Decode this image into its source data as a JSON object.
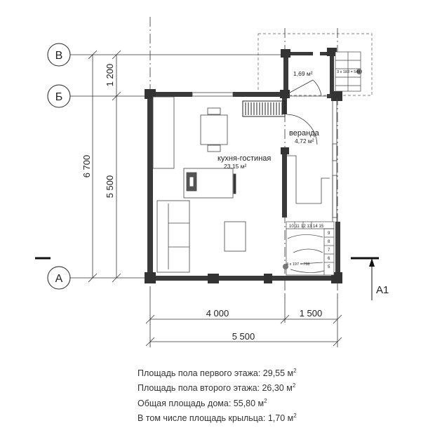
{
  "axes": {
    "v": "В",
    "b": "Б",
    "a": "А"
  },
  "dims": {
    "left_total": "6 700",
    "left_part1": "1 200",
    "left_part2": "5 500",
    "bottom_seg1": "4 000",
    "bottom_seg2": "1 500",
    "bottom_total": "5 500"
  },
  "section_mark": "А1",
  "rooms": {
    "kitchen_name": "кухня-гостиная",
    "kitchen_area": "23,15 м²",
    "veranda_name": "веранда",
    "veranda_area": "4,72 м²",
    "porch_area": "1,69 м²"
  },
  "stairs": {
    "top_numbers": [
      "10",
      "11",
      "12",
      "13",
      "14",
      "15"
    ],
    "right_numbers": [
      "9",
      "8",
      "7",
      "6",
      "5"
    ],
    "label": "4 x 197 = 788",
    "porch_label": "3 x 183 = 549"
  },
  "areas": {
    "line1": "Площадь пола первого этажа: 29,55 м",
    "line2": "Площадь пола второго этажа: 26,30 м",
    "line3": "Общая площадь дома: 55,80 м",
    "line4": "В том числе площадь крыльца: 1,70 м",
    "sup": "2"
  }
}
